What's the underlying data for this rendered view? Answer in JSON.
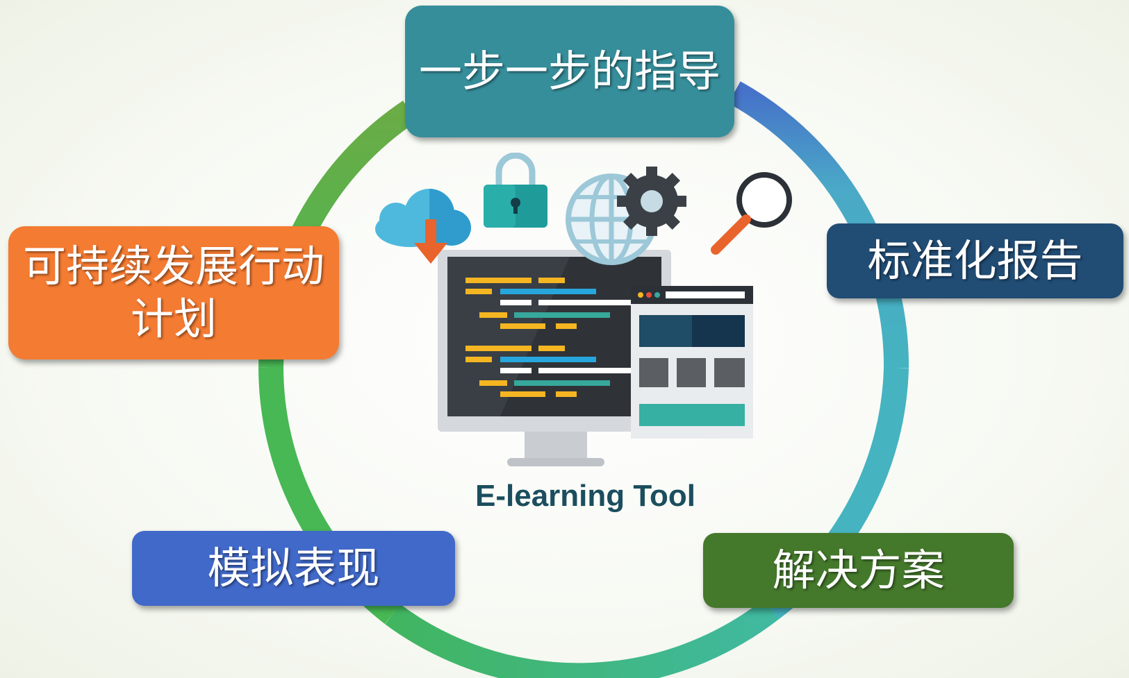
{
  "center": {
    "label": "E-learning Tool",
    "label_color": "#1b4e5e"
  },
  "nodes": [
    {
      "key": "top",
      "label": "一步一步的指导",
      "color": "#368e9b",
      "icon": "none"
    },
    {
      "key": "right",
      "label": "标准化报告",
      "color": "#214c74",
      "icon": "none"
    },
    {
      "key": "bottom_right",
      "label": "解决方案",
      "color": "#44782b",
      "icon": "none"
    },
    {
      "key": "bottom_left",
      "label": "模拟表现",
      "color": "#4169c9",
      "icon": "none"
    },
    {
      "key": "left",
      "label": "可持续发展行动计划",
      "color": "#f47b32",
      "icon": "none"
    }
  ],
  "ring_colors": {
    "top_right": "#4672c9",
    "right": "#4aa9c7",
    "bottom": "#3fbb7c",
    "left": "#4ab650",
    "top_left": "#6aac46"
  },
  "illustration": {
    "icons": [
      "cloud-download-icon",
      "padlock-icon",
      "globe-gear-icon",
      "magnifier-icon",
      "monitor-code-icon",
      "browser-window-icon"
    ]
  }
}
